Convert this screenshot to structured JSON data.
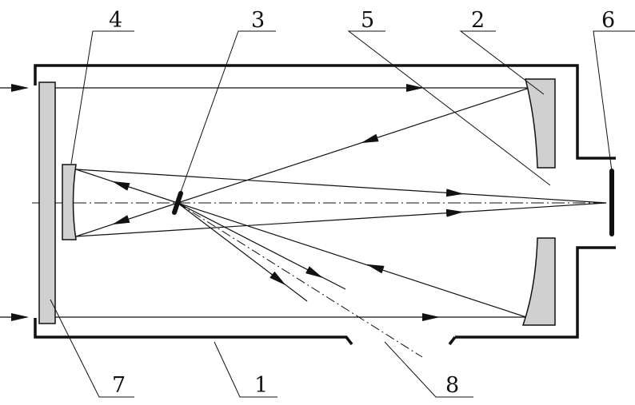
{
  "diagram": {
    "kind": "optical schematic",
    "labels": {
      "housing": "1",
      "primary_mirror": "2",
      "secondary_element": "3",
      "tertiary_mirror": "4",
      "leader_5": "5",
      "detector": "6",
      "window": "7",
      "dashdot_line": "8"
    },
    "colors": {
      "line": "#111111",
      "component_fill": "#d0d0d0"
    }
  }
}
